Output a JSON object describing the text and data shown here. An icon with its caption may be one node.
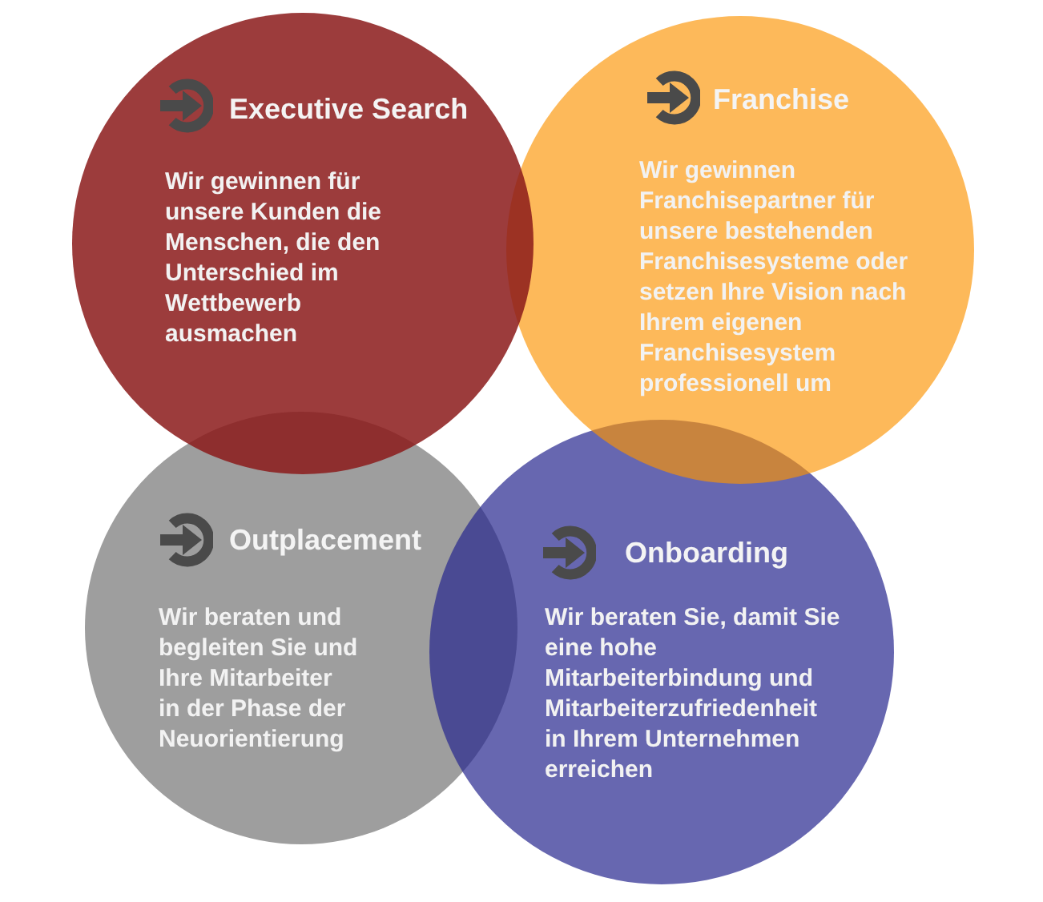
{
  "diagram": {
    "nodes": [
      {
        "text": [
          "Executive Search",
          "Wir gewinnen für unsere Kunden die Menschen, die den Unterschied im Wettbewerb ausmachen"
        ]
      },
      {
        "text": [
          "Franchise",
          "Wir gewinnen Franchisepartner für unsere bestehenden Franchisesysteme oder setzen Ihre Vision nach Ihrem eigenen Franchisesystem professionell um"
        ]
      },
      {
        "text": [
          "Outplacement",
          "Wir beraten und begleiten Sie und Ihre Mitarbeiter in der Phase der Neuorientierung"
        ]
      },
      {
        "text": [
          "Onboarding",
          "Wir beraten Sie, damit Sie eine hohe Mitarbeiterbindung und Mitarbeiterzufriedenheit in Ihrem Unternehmen erreichen"
        ]
      }
    ]
  }
}
